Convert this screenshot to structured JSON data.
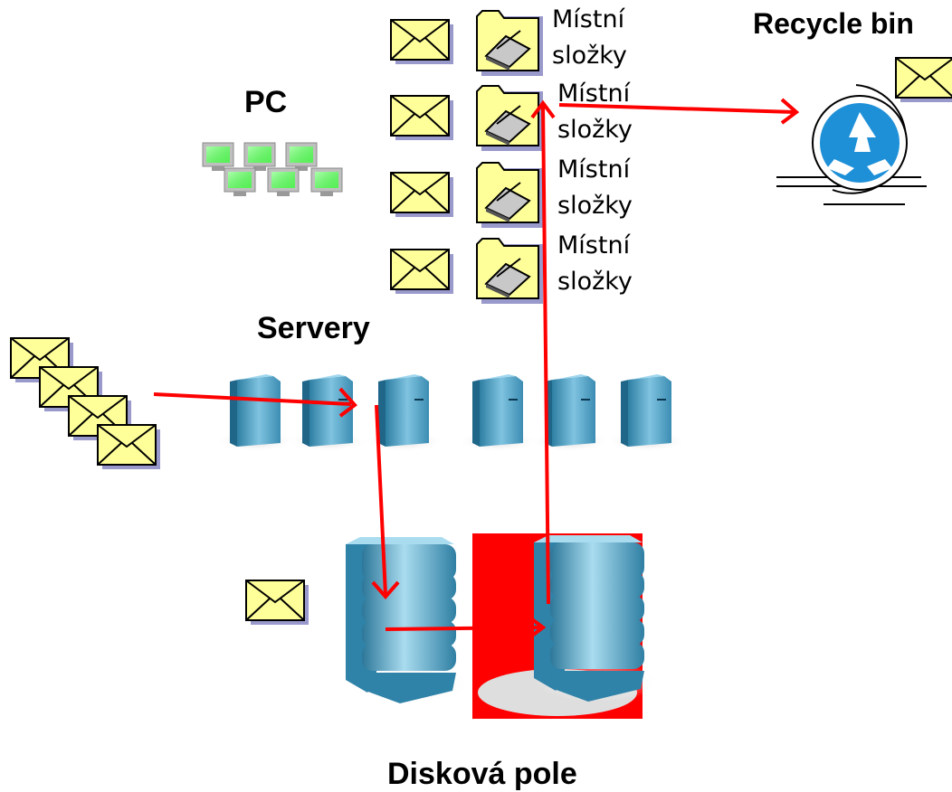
{
  "labels": {
    "pc": "PC",
    "servers": "Servery",
    "recycle_bin": "Recycle bin",
    "disk_arrays": "Disková pole"
  },
  "local_folders": [
    {
      "line1": "Místní",
      "line2": "složky"
    },
    {
      "line1": "Místní",
      "line2": "složky"
    },
    {
      "line1": "Místní",
      "line2": "složky"
    },
    {
      "line1": "Místní",
      "line2": "složky"
    }
  ],
  "colors": {
    "envelope_fill": "#ffff99",
    "envelope_shadow": "#9999cc",
    "arrow": "#ff0000",
    "highlight": "#ff0000",
    "server_blue": "#4a9ec0",
    "recycle_blue": "#1e90d8",
    "pc_green": "#66ff66"
  },
  "icons": [
    "envelope-icon",
    "folder-icon",
    "pc-icon",
    "server-icon",
    "disk-array-icon",
    "recycle-bin-icon"
  ]
}
